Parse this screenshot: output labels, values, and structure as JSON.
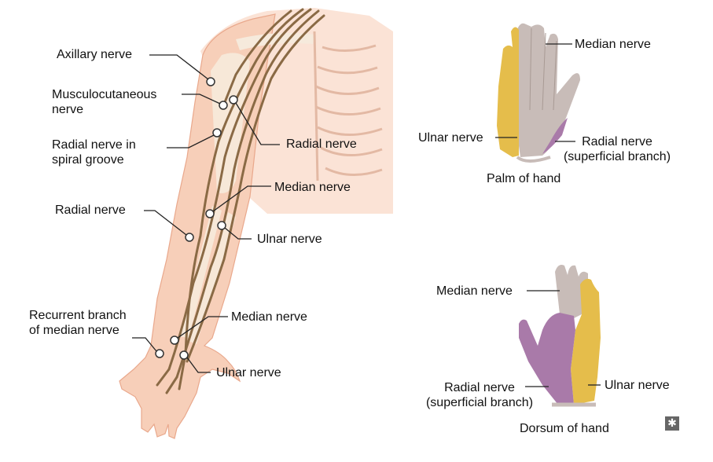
{
  "arm_labels": {
    "axillary": "Axillary nerve",
    "musculocutaneous": "Musculocutaneous\nnerve",
    "radial_spiral_groove": "Radial nerve in\nspiral groove",
    "radial_upper": "Radial nerve",
    "median_upper": "Median nerve",
    "radial_forearm": "Radial nerve",
    "ulnar_upper": "Ulnar nerve",
    "recurrent_branch": "Recurrent branch\nof median nerve",
    "median_wrist": "Median nerve",
    "ulnar_wrist": "Ulnar nerve"
  },
  "palm": {
    "caption": "Palm of hand",
    "median": "Median nerve",
    "ulnar": "Ulnar nerve",
    "radial_superficial": "Radial nerve\n(superficial branch)"
  },
  "dorsum": {
    "caption": "Dorsum of hand",
    "median": "Median nerve",
    "ulnar": "Ulnar nerve",
    "radial_superficial": "Radial nerve\n(superficial branch)"
  },
  "colors": {
    "median_region": "#c8bcb8",
    "ulnar_region": "#e5bd4b",
    "radial_region": "#a97aa9",
    "skin": "#f7cfb9",
    "nerve": "#8a6a45"
  },
  "badge_icon": "asterisk-icon"
}
